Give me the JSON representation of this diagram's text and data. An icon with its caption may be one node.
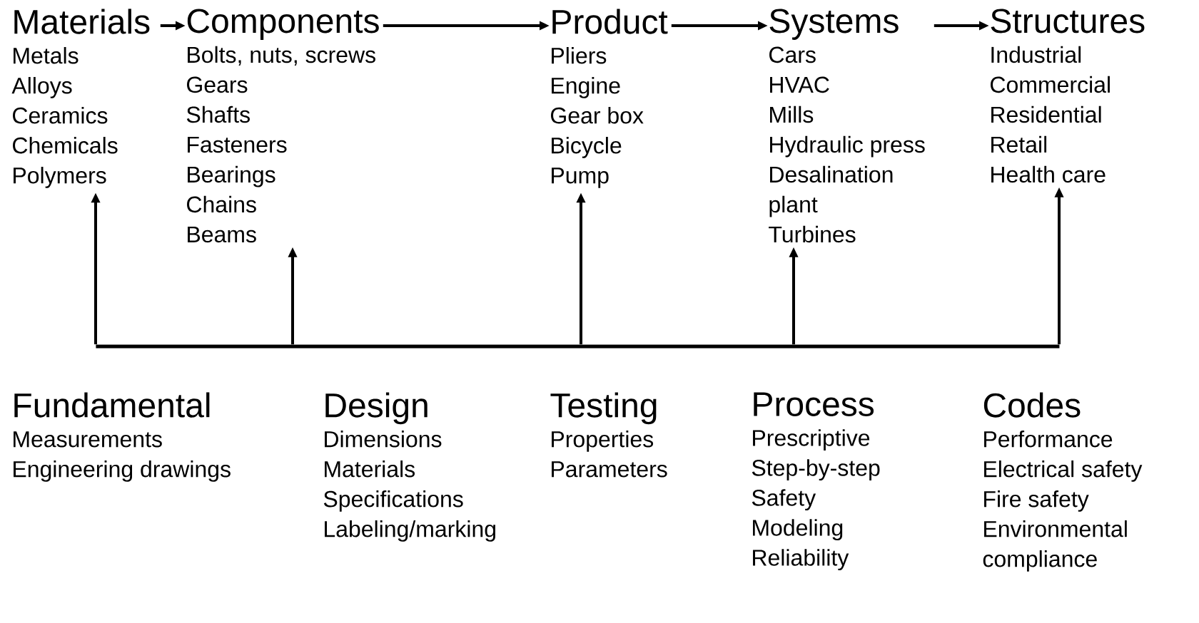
{
  "diagram": {
    "nodes": [
      {
        "text": [
          "Materials",
          "Metals",
          "Alloys",
          "Ceramics",
          "Chemicals",
          "Polymers"
        ]
      },
      {
        "text": [
          "Components",
          "Bolts, nuts, screws",
          "Gears",
          "Shafts",
          "Fasteners",
          "Bearings",
          "Chains",
          "Beams"
        ]
      },
      {
        "text": [
          "Product",
          "Pliers",
          "Engine",
          "Gear box",
          "Bicycle",
          "Pump"
        ]
      },
      {
        "text": [
          "Systems",
          "Cars",
          "HVAC",
          "Mills",
          "Hydraulic press",
          "Desalination plant",
          "Turbines"
        ]
      },
      {
        "text": [
          "Structures",
          "Industrial",
          "Commercial",
          "Residential",
          "Retail",
          "Health care"
        ]
      },
      {
        "text": [],
        "shape": "bar"
      },
      {
        "text": [
          "Fundamental",
          "Measurements",
          "Engineering drawings"
        ]
      },
      {
        "text": [
          "Design",
          "Dimensions",
          "Materials",
          "Specifications",
          "Labeling/marking"
        ]
      },
      {
        "text": [
          "Testing",
          "Properties",
          "Parameters"
        ]
      },
      {
        "text": [
          "Process",
          "Prescriptive",
          "Step-by-step",
          "Safety",
          "Modeling",
          "Reliability"
        ]
      },
      {
        "text": [
          "Codes",
          "Performance",
          "Electrical safety",
          "Fire safety",
          "Environmental compliance"
        ]
      }
    ],
    "edges": [
      {
        "from": 0,
        "to": 1,
        "arrow": "to"
      },
      {
        "from": 1,
        "to": 2,
        "arrow": "to"
      },
      {
        "from": 2,
        "to": 3,
        "arrow": "to"
      },
      {
        "from": 3,
        "to": 4,
        "arrow": "to"
      },
      {
        "from": 5,
        "to": 0,
        "arrow": "to"
      },
      {
        "from": 5,
        "to": 1,
        "arrow": "to"
      },
      {
        "from": 5,
        "to": 2,
        "arrow": "to"
      },
      {
        "from": 5,
        "to": 3,
        "arrow": "to"
      },
      {
        "from": 5,
        "to": 4,
        "arrow": "to"
      }
    ]
  }
}
